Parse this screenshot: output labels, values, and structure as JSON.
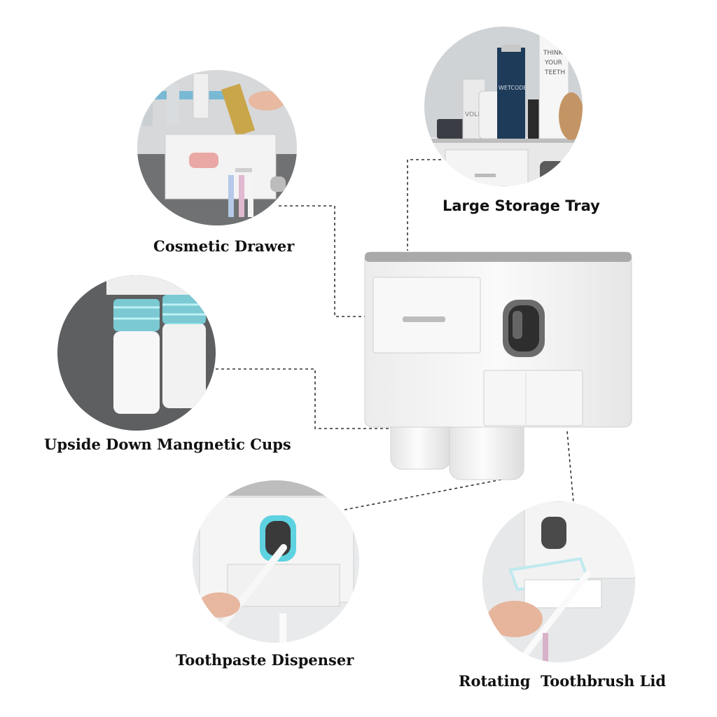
{
  "labels": {
    "cosmetic_drawer": "Cosmetic Drawer",
    "large_storage_tray": "Large Storage Tray",
    "magnetic_cups": "Upside Down Mangnetic Cups",
    "toothpaste_dispenser": "Toothpaste Dispenser",
    "rotating_lid": "Rotating  Toothbrush Lid"
  },
  "detail_photo_text": {
    "toothpaste_tube": "THINK YOUR TEETH",
    "bottle_brand": "WETCODE",
    "jar_brand": "VOLI"
  },
  "colors": {
    "background": "#ffffff",
    "unit_body": "#f4f4f4",
    "unit_top_band": "#a9a9a9",
    "accent_cyan": "#5ed2e0",
    "leader_line": "#333333"
  }
}
